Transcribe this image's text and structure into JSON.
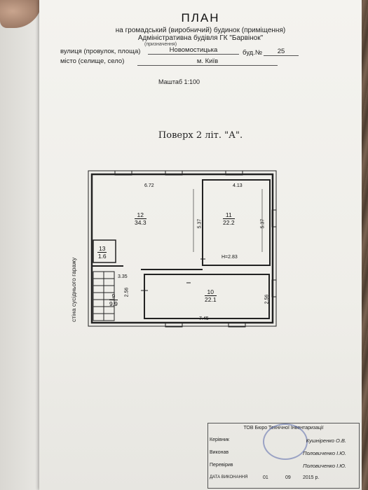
{
  "header": {
    "title": "ПЛАН",
    "line1": "на громадський (виробничий) будинок (приміщення)",
    "line2": "Адміністративна будівля ГК \"Барвінок\"",
    "line2_caption": "(призначення)"
  },
  "address": {
    "street_label": "вулиця (провулок, площа)",
    "street_value": "Новомостицька",
    "building_label": "буд.№",
    "building_value": "25",
    "city_label": "місто (селище, село)",
    "city_value": "м. Київ"
  },
  "scale": "Маштаб 1:100",
  "floor_title": "Поверх  2  літ. \"А\".",
  "plan": {
    "dims": {
      "top_left": "6.72",
      "top_right": "4.13",
      "mid_vertical": "5.37",
      "right_vertical": "5.37",
      "height": "H=2.83",
      "stair_width": "3.35",
      "small_vertical": "2.56",
      "right_lower": "2.56",
      "bottom": "7.45"
    },
    "rooms": [
      {
        "number": "12",
        "area": "34.3"
      },
      {
        "number": "11",
        "area": "22.2"
      },
      {
        "number": "13",
        "area": "1.6"
      },
      {
        "number": "9",
        "area": "9.9"
      },
      {
        "number": "10",
        "area": "22.1"
      }
    ],
    "side_label": "стіна сусіднього гаражу"
  },
  "stamp": {
    "org": "ТОВ Бюро Технічної Інвентаризації",
    "rows": [
      {
        "role": "Керівник",
        "name": "Кушніренко О.В."
      },
      {
        "role": "Виконав",
        "name": "Половиченко І.Ю."
      },
      {
        "role": "Перевірив",
        "name": "Половиченко І.Ю."
      }
    ],
    "date_label": "ДАТА ВИКОНАННЯ",
    "date_day": "01",
    "date_month": "09",
    "date_year": "2015 р."
  }
}
